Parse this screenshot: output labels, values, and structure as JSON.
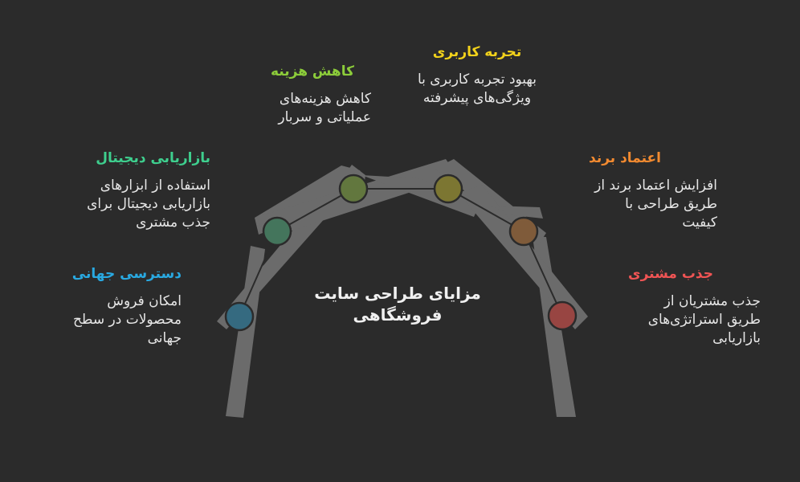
{
  "center": {
    "title": "مزایای طراحی سایت فروشگاهی"
  },
  "colors": {
    "background": "#2b2b2b",
    "beam": "#6b6b6b",
    "node_stroke": "#2b2b2b",
    "text": "#e6e6e6"
  },
  "items": [
    {
      "id": "global-access",
      "title": "دسترسی جهانی",
      "description": "امکان فروش محصولات در سطح جهانی",
      "title_color": "#29a9e1",
      "node_color": "#356a80"
    },
    {
      "id": "digital-marketing",
      "title": "بازاریابی دیجیتال",
      "description": "استفاده از ابزارهای بازاریابی دیجیتال برای جذب مشتری",
      "title_color": "#3ecf8e",
      "node_color": "#44755c"
    },
    {
      "id": "cost-reduction",
      "title": "کاهش هزینه",
      "description": "کاهش هزینه‌های عملیاتی و سربار",
      "title_color": "#8ccc3a",
      "node_color": "#62773e"
    },
    {
      "id": "user-experience",
      "title": "تجربه کاربری",
      "description": "بهبود تجربه کاربری با ویژگی‌های پیشرفته",
      "title_color": "#f2d21b",
      "node_color": "#7c7632"
    },
    {
      "id": "brand-trust",
      "title": "اعتماد برند",
      "description": "افزایش اعتماد برند از طریق طراحی با کیفیت",
      "title_color": "#f28a30",
      "node_color": "#7f5b3a"
    },
    {
      "id": "customer-acquisition",
      "title": "جذب مشتری",
      "description": "جذب مشتریان از طریق استراتژی‌های بازاریابی",
      "title_color": "#f05454",
      "node_color": "#984542"
    }
  ]
}
